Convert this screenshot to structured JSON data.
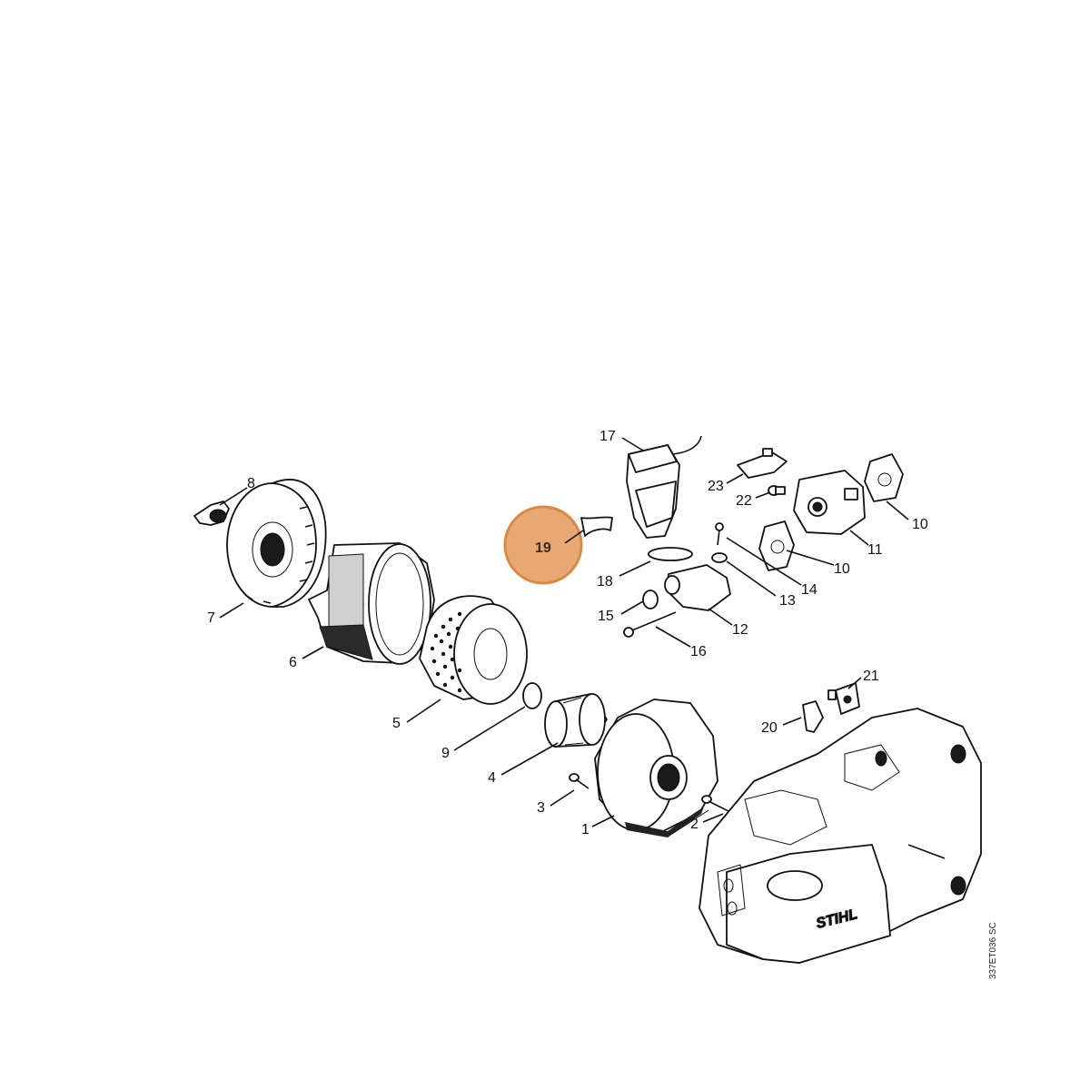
{
  "diagram": {
    "highlight_color": "#e7a873",
    "highlight_border": "#d88a45",
    "drawing_ref": "337ET036 SC",
    "brand": "STIHL",
    "callouts": [
      {
        "id": "1",
        "label": "1"
      },
      {
        "id": "2",
        "label": "2"
      },
      {
        "id": "3",
        "label": "3"
      },
      {
        "id": "4",
        "label": "4"
      },
      {
        "id": "5",
        "label": "5"
      },
      {
        "id": "6",
        "label": "6"
      },
      {
        "id": "7",
        "label": "7"
      },
      {
        "id": "8",
        "label": "8"
      },
      {
        "id": "9",
        "label": "9"
      },
      {
        "id": "10a",
        "label": "10"
      },
      {
        "id": "10b",
        "label": "10"
      },
      {
        "id": "11",
        "label": "11"
      },
      {
        "id": "12",
        "label": "12"
      },
      {
        "id": "13",
        "label": "13"
      },
      {
        "id": "14",
        "label": "14"
      },
      {
        "id": "15",
        "label": "15"
      },
      {
        "id": "16",
        "label": "16"
      },
      {
        "id": "17",
        "label": "17"
      },
      {
        "id": "18",
        "label": "18"
      },
      {
        "id": "19",
        "label": "19"
      },
      {
        "id": "20",
        "label": "20"
      },
      {
        "id": "21",
        "label": "21"
      },
      {
        "id": "22",
        "label": "22"
      },
      {
        "id": "23",
        "label": "23"
      }
    ]
  }
}
